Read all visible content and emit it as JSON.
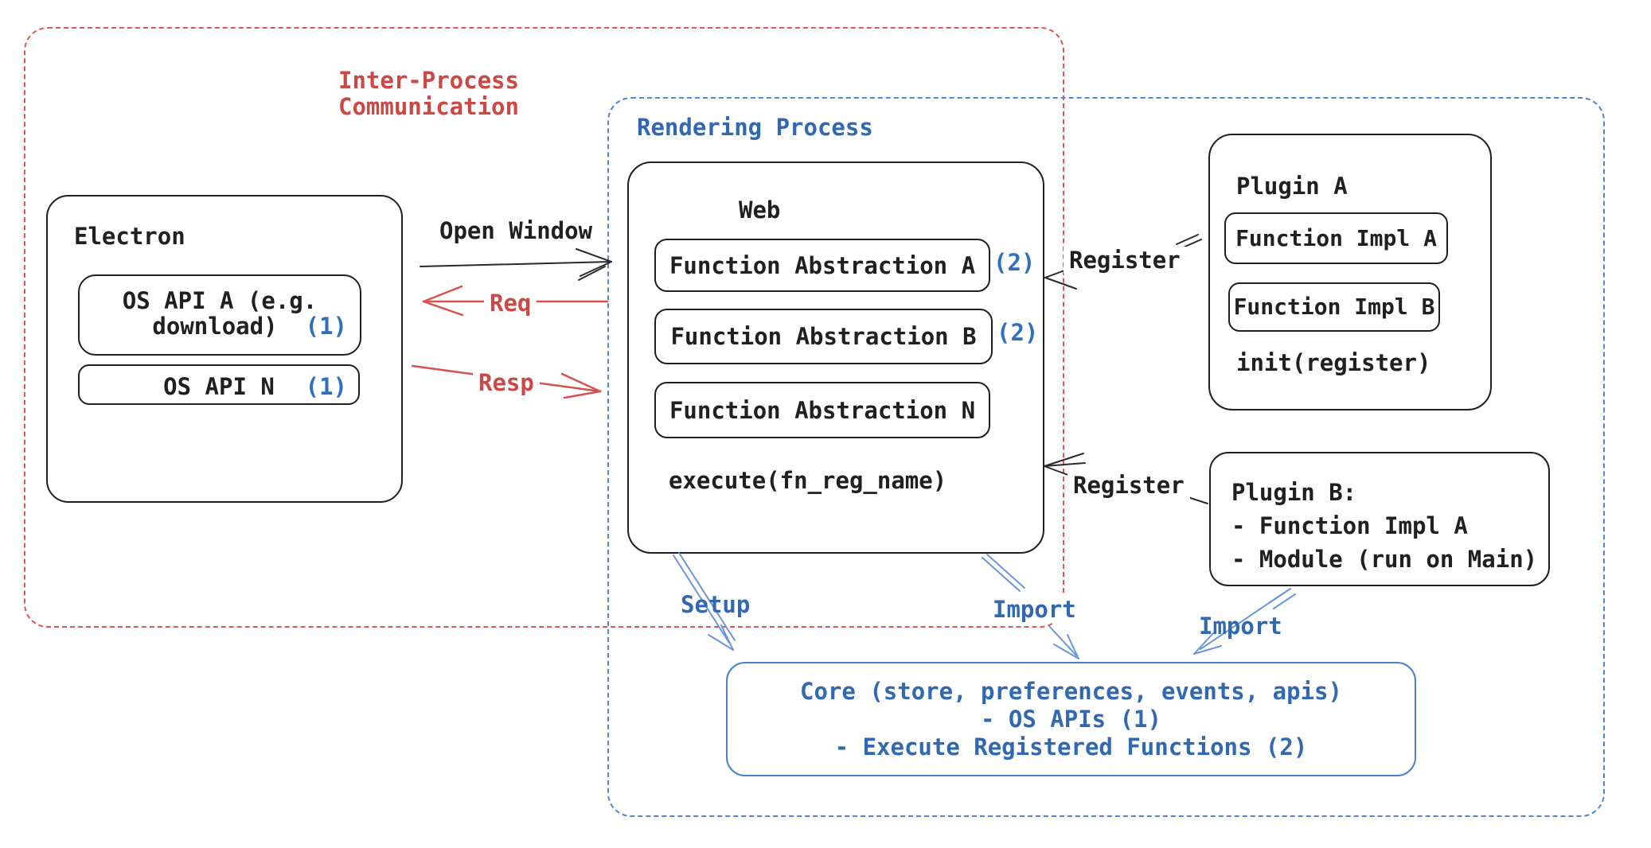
{
  "regions": {
    "ipc": {
      "label": "Inter-Process\nCommunication"
    },
    "rendering": {
      "label": "Rendering Process"
    }
  },
  "electron": {
    "title": "Electron",
    "api_a": {
      "line1": "OS API A (e.g.",
      "line2": "download)",
      "badge": "(1)"
    },
    "api_n": {
      "label": "OS API N",
      "badge": "(1)"
    }
  },
  "web": {
    "title": "Web",
    "abstractions": [
      {
        "label": "Function Abstraction A",
        "badge": "(2)"
      },
      {
        "label": "Function Abstraction B",
        "badge": "(2)"
      },
      {
        "label": "Function Abstraction N",
        "badge": ""
      }
    ],
    "execute": "execute(fn_reg_name)"
  },
  "plugin_a": {
    "title": "Plugin A",
    "impls": [
      "Function Impl A",
      "Function Impl B"
    ],
    "init": "init(register)"
  },
  "plugin_b": {
    "lines": "Plugin B:\n- Function Impl A\n- Module (run on Main)"
  },
  "core": {
    "lines": "Core (store, preferences, events, apis)\n- OS APIs (1)\n- Execute Registered Functions (2)"
  },
  "arrows": {
    "open_window": "Open Window",
    "req": "Req",
    "resp": "Resp",
    "register_plugin_a": "Register",
    "register_plugin_b": "Register",
    "setup": "Setup",
    "import_web": "Import",
    "import_plugin_b": "Import"
  },
  "colors": {
    "red_text": "#cb4844",
    "red_dash": "#e15654",
    "red_arrow": "#d5524e",
    "blue_text": "#3069b2",
    "blue_dash": "#4f86d8",
    "blue_arrow": "#6895dc",
    "ink": "#202020"
  }
}
